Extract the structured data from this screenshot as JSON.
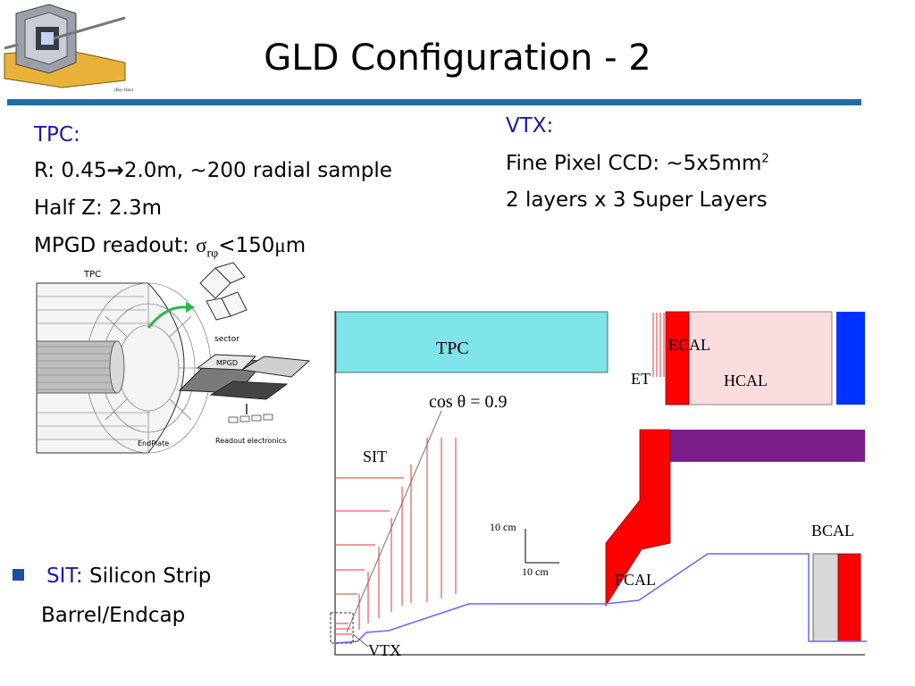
{
  "slide": {
    "title": "GLD Configuration - 2",
    "logo_caption": "(Ray Hon)"
  },
  "tpc": {
    "heading": "TPC:",
    "line1_prefix": "R: 0.45",
    "line1_arrow": "→",
    "line1_suffix": "2.0m, ~200 radial sample",
    "line2": "Half Z: 2.3m",
    "line3_prefix": "MPGD readout: ",
    "sigma": "σ",
    "sigma_sub": "rφ",
    "line3_suffix": "<150",
    "mu": "μ",
    "unit": "m"
  },
  "vtx": {
    "heading": "VTX:",
    "line1": "Fine Pixel CCD: ~5x5mm",
    "line1_sup": "2",
    "line2": "2 layers x 3 Super Layers"
  },
  "sit": {
    "label": "SIT:",
    "desc1": " Silicon Strip",
    "desc2": "Barrel/Endcap"
  },
  "tpc_figure": {
    "tpc_label": "TPC",
    "sector_label": "sector",
    "mpgd_label": "MPGD",
    "readout_label": "Readout electronics",
    "endplate_label": "EndPlate"
  },
  "layout_diagram": {
    "tpc": "TPC",
    "ecal": "ECAL",
    "hcal": "HCAL",
    "et": "ET",
    "cos_label": "cos θ = 0.9",
    "sit": "SIT",
    "scale_v": "10 cm",
    "scale_h": "10 cm",
    "bcal": "BCAL",
    "fcal": "FCAL",
    "vtx": "VTX",
    "colors": {
      "tpc": "#7fe3ea",
      "ecal": "#ff0000",
      "hcal": "#fbdde0",
      "muon": "#0033ff",
      "coil": "#7a1f8a",
      "fcal": "#ff0000",
      "bcal_grey": "#d8d8d8",
      "beampipe": "#6666ff"
    }
  }
}
